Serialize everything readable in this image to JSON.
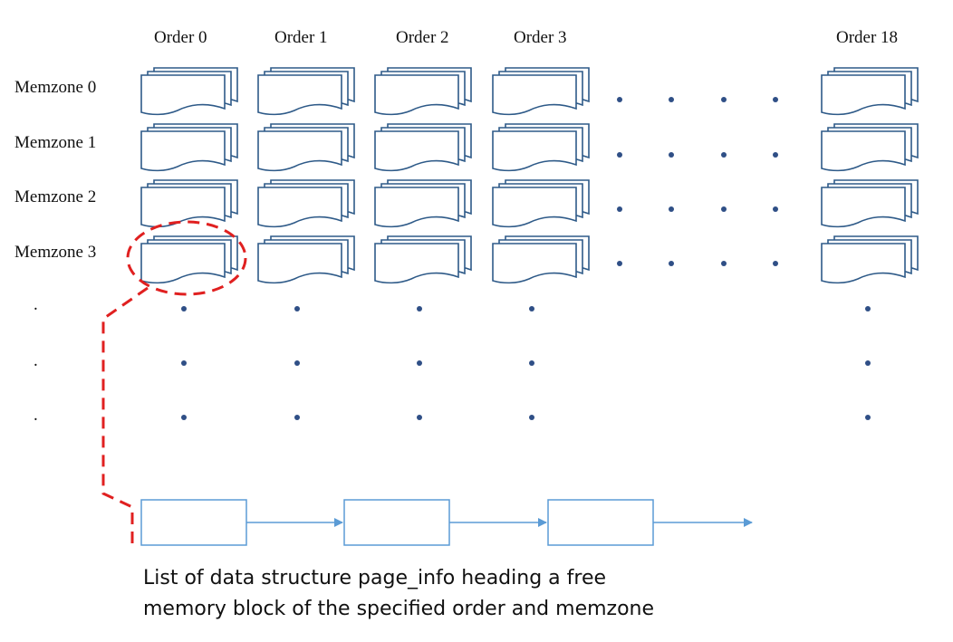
{
  "columns": [
    {
      "label": "Order 0"
    },
    {
      "label": "Order 1"
    },
    {
      "label": "Order 2"
    },
    {
      "label": "Order 3"
    },
    {
      "label": "Order 18"
    }
  ],
  "rows": [
    {
      "label": "Memzone 0"
    },
    {
      "label": "Memzone 1"
    },
    {
      "label": "Memzone 2"
    },
    {
      "label": "Memzone 3"
    }
  ],
  "row_continuation": [
    ".",
    ".",
    "."
  ],
  "caption": {
    "line1": "List of data structure page_info heading a free",
    "line2": "memory block of the specified order and memzone"
  },
  "list_nodes": 3,
  "colors": {
    "block_stroke": "#2e5a88",
    "dot": "#2f4f86",
    "list_stroke": "#5b9bd5",
    "highlight": "#e02020"
  },
  "icons": {
    "block": "stacked-document-icon",
    "highlight": "dashed-ellipse"
  }
}
